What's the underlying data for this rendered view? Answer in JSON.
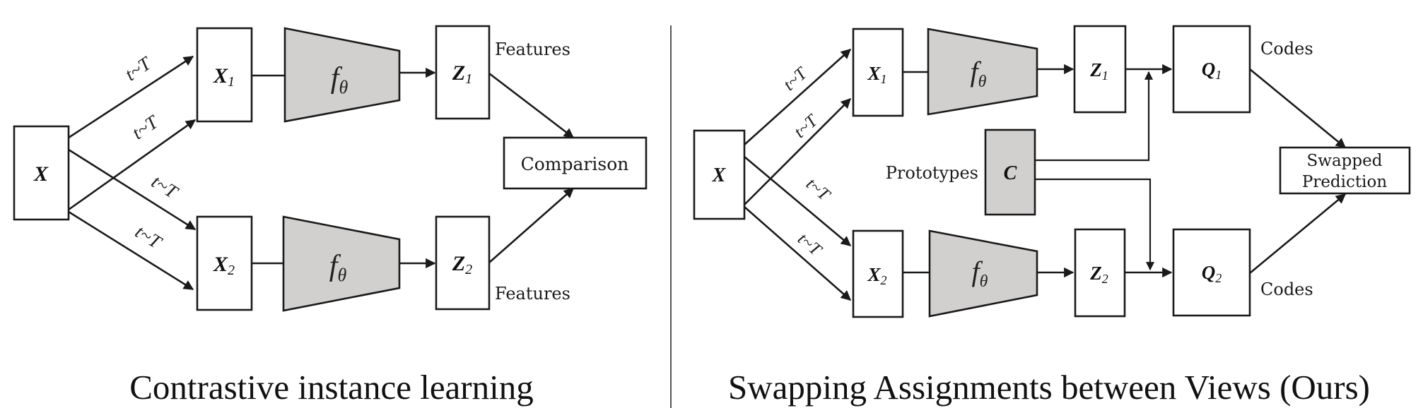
{
  "left": {
    "input": "X",
    "view1": "X",
    "view1_sub": "1",
    "view2": "X",
    "view2_sub": "2",
    "encoder": "f",
    "encoder_sub": "θ",
    "feat1": "Z",
    "feat1_sub": "1",
    "feat2": "Z",
    "feat2_sub": "2",
    "features_top": "Features",
    "features_bottom": "Features",
    "comparison": "Comparison",
    "aug": "t~T",
    "caption": "Contrastive instance learning"
  },
  "right": {
    "input": "X",
    "view1": "X",
    "view1_sub": "1",
    "view2": "X",
    "view2_sub": "2",
    "encoder": "f",
    "encoder_sub": "θ",
    "feat1": "Z",
    "feat1_sub": "1",
    "feat2": "Z",
    "feat2_sub": "2",
    "code1": "Q",
    "code1_sub": "1",
    "code2": "Q",
    "code2_sub": "2",
    "codes_top": "Codes",
    "codes_bottom": "Codes",
    "prototypes_label": "Prototypes",
    "prototypes": "C",
    "swapped_line1": "Swapped",
    "swapped_line2": "Prediction",
    "aug": "t~T",
    "caption": "Swapping Assignments between Views (Ours)"
  },
  "colors": {
    "encoder_fill": "#d2cfcf",
    "stroke": "#1a1a1a",
    "divider": "#555555"
  }
}
